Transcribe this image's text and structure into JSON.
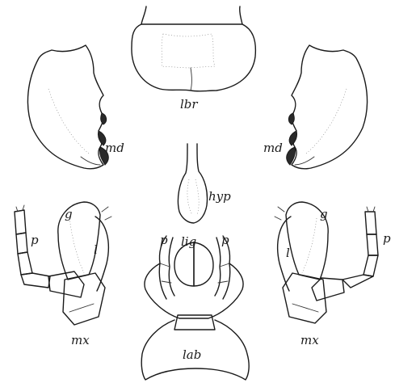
{
  "labels": {
    "labrum": "lbr",
    "mandible_left": "md",
    "mandible_right": "md",
    "hypopharynx": "hyp",
    "galea_left": "g",
    "lacinia_left": "l",
    "palp_left": "p",
    "maxilla_left": "mx",
    "galea_right": "g",
    "lacinia_right": "l",
    "palp_right": "p",
    "maxilla_right": "mx",
    "labial_palp_left": "p",
    "labial_palp_right": "p",
    "ligula": "lig",
    "labium": "lab"
  }
}
